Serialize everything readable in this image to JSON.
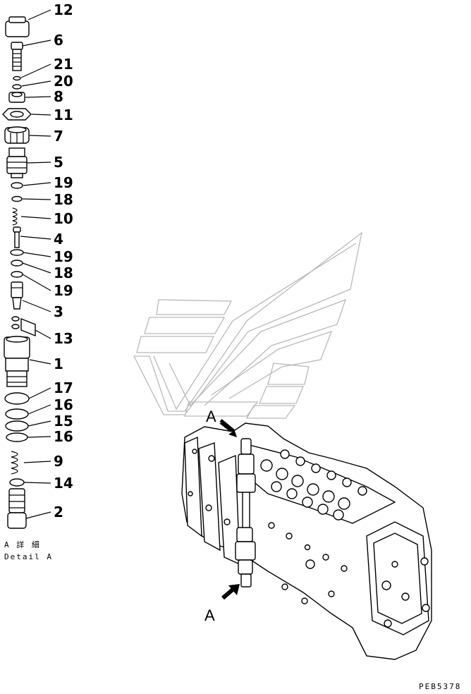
{
  "callouts": [
    "12",
    "6",
    "21",
    "20",
    "8",
    "11",
    "7",
    "5",
    "19",
    "18",
    "10",
    "4",
    "19",
    "18",
    "19",
    "3",
    "13",
    "1",
    "17",
    "16",
    "15",
    "16",
    "9",
    "14",
    "2"
  ],
  "detail_label": {
    "jp": "A 詳 細",
    "en": "Detail A"
  },
  "view_marks": [
    "A",
    "A"
  ],
  "drawing_code": "PEB5378"
}
